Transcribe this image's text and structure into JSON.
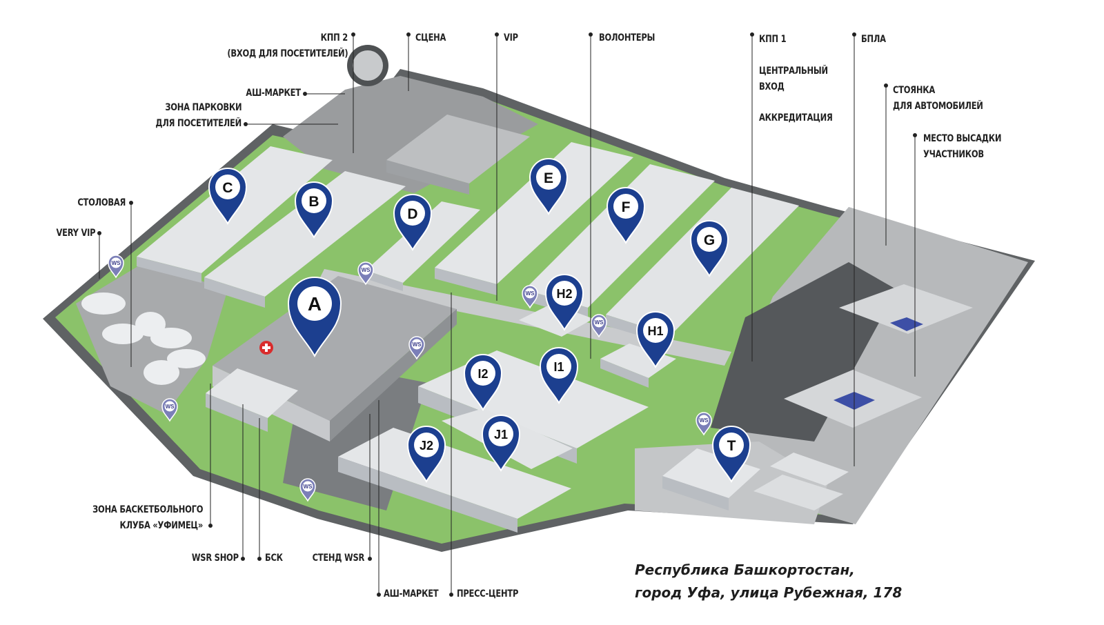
{
  "colors": {
    "pin": "#1c3f8f",
    "ws_pin": "#7b7fb8",
    "grass": "#8bc26a",
    "pavement": "#b7b9bb",
    "roof": "#e4e6e8",
    "wall": "#b9bdc2",
    "road": "#6e7174",
    "helipad": "#3d4fa6"
  },
  "pavilions": [
    "A",
    "B",
    "C",
    "D",
    "E",
    "F",
    "G",
    "H1",
    "H2",
    "I1",
    "I2",
    "J1",
    "J2",
    "T"
  ],
  "ws_marker": "WS",
  "labels": {
    "kpp2": "КПП 2",
    "kpp2_sub": "(ВХОД ДЛЯ ПОСЕТИТЕЛЕЙ)",
    "scene": "СЦЕНА",
    "vip": "VIP",
    "volunteers": "ВОЛОНТЕРЫ",
    "kpp1": "КПП 1",
    "central_1": "ЦЕНТРАЛЬНЫЙ",
    "central_2": "ВХОД",
    "accreditation": "АККРЕДИТАЦИЯ",
    "bpla": "БПЛА",
    "car_parking_1": "СТОЯНКА",
    "car_parking_2": "ДЛЯ АВТОМОБИЛЕЙ",
    "dropoff_1": "МЕСТО ВЫСАДКИ",
    "dropoff_2": "УЧАСТНИКОВ",
    "ash_market_top": "АШ-МАРКЕТ",
    "parking_1": "ЗОНА ПАРКОВКИ",
    "parking_2": "ДЛЯ ПОСЕТИТЕЛЕЙ",
    "canteen": "СТОЛОВАЯ",
    "very_vip": "VERY VIP",
    "basket_1": "ЗОНА БАСКЕТБОЛЬНОГО",
    "basket_2": "КЛУБА «УФИМЕЦ»",
    "wsr_shop": "WSR SHOP",
    "bsk": "БСК",
    "wsr_stand": "СТЕНД WSR",
    "ash_market_bottom": "АШ-МАРКЕТ",
    "press_center": "ПРЕСС-ЦЕНТР"
  },
  "address": {
    "line1": "Республика Башкортостан,",
    "line2": "город Уфа, улица Рубежная, 178"
  }
}
